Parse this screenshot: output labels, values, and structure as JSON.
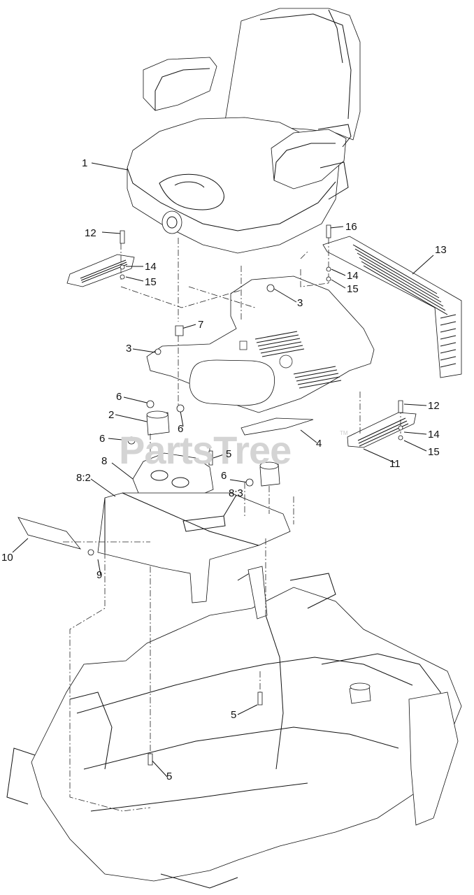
{
  "diagram": {
    "watermark": "PartsTree",
    "trademark": "TM",
    "callouts": [
      {
        "id": "c1",
        "text": "1"
      },
      {
        "id": "c12a",
        "text": "12"
      },
      {
        "id": "c14a",
        "text": "14"
      },
      {
        "id": "c15a",
        "text": "15"
      },
      {
        "id": "c16",
        "text": "16"
      },
      {
        "id": "c13",
        "text": "13"
      },
      {
        "id": "c14b",
        "text": "14"
      },
      {
        "id": "c15b",
        "text": "15"
      },
      {
        "id": "c3a",
        "text": "3"
      },
      {
        "id": "c7",
        "text": "7"
      },
      {
        "id": "c3b",
        "text": "3"
      },
      {
        "id": "c6a",
        "text": "6"
      },
      {
        "id": "c2",
        "text": "2"
      },
      {
        "id": "c6b",
        "text": "6"
      },
      {
        "id": "c6c",
        "text": "6"
      },
      {
        "id": "c12b",
        "text": "12"
      },
      {
        "id": "c14c",
        "text": "14"
      },
      {
        "id": "c15c",
        "text": "15"
      },
      {
        "id": "c11",
        "text": "11"
      },
      {
        "id": "c4",
        "text": "4"
      },
      {
        "id": "c5a",
        "text": "5"
      },
      {
        "id": "c8",
        "text": "8"
      },
      {
        "id": "c6d",
        "text": "6"
      },
      {
        "id": "c82",
        "text": "8:2"
      },
      {
        "id": "c83",
        "text": "8:3"
      },
      {
        "id": "c10",
        "text": "10"
      },
      {
        "id": "c9",
        "text": "9"
      },
      {
        "id": "c5b",
        "text": "5"
      },
      {
        "id": "c5c",
        "text": "5"
      }
    ]
  }
}
